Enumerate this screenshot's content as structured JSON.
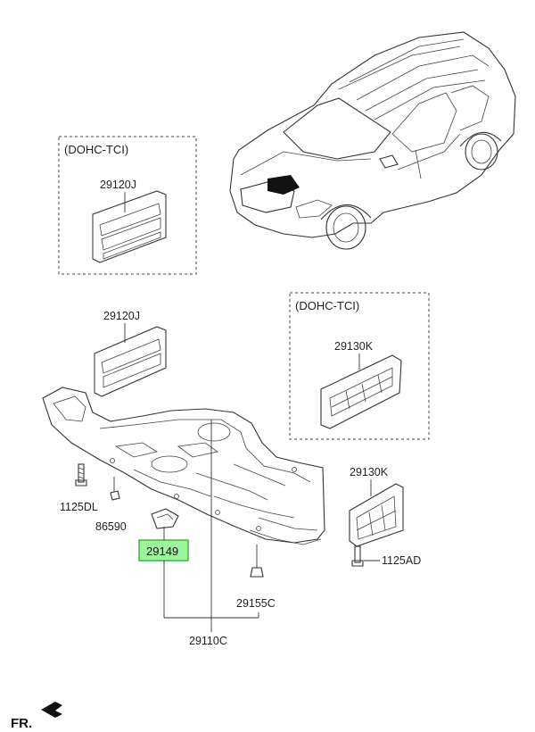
{
  "inset_boxes": [
    {
      "title": "(DOHC-TCI)",
      "part": "29120J"
    },
    {
      "title": "(DOHC-TCI)",
      "part": "29130K"
    }
  ],
  "labels": {
    "cover_front_main": "29120J",
    "cover_rear_main": "29130K",
    "bolt_left": "1125DL",
    "nut_left": "86590",
    "bracket_highlighted": "29149",
    "fastener_bottom": "29155C",
    "under_cover_assy": "29110C",
    "bolt_right": "1125AD"
  },
  "direction_label": "FR.",
  "colors": {
    "highlight_fill": "#9ef39e",
    "highlight_border": "#3cb83c"
  }
}
